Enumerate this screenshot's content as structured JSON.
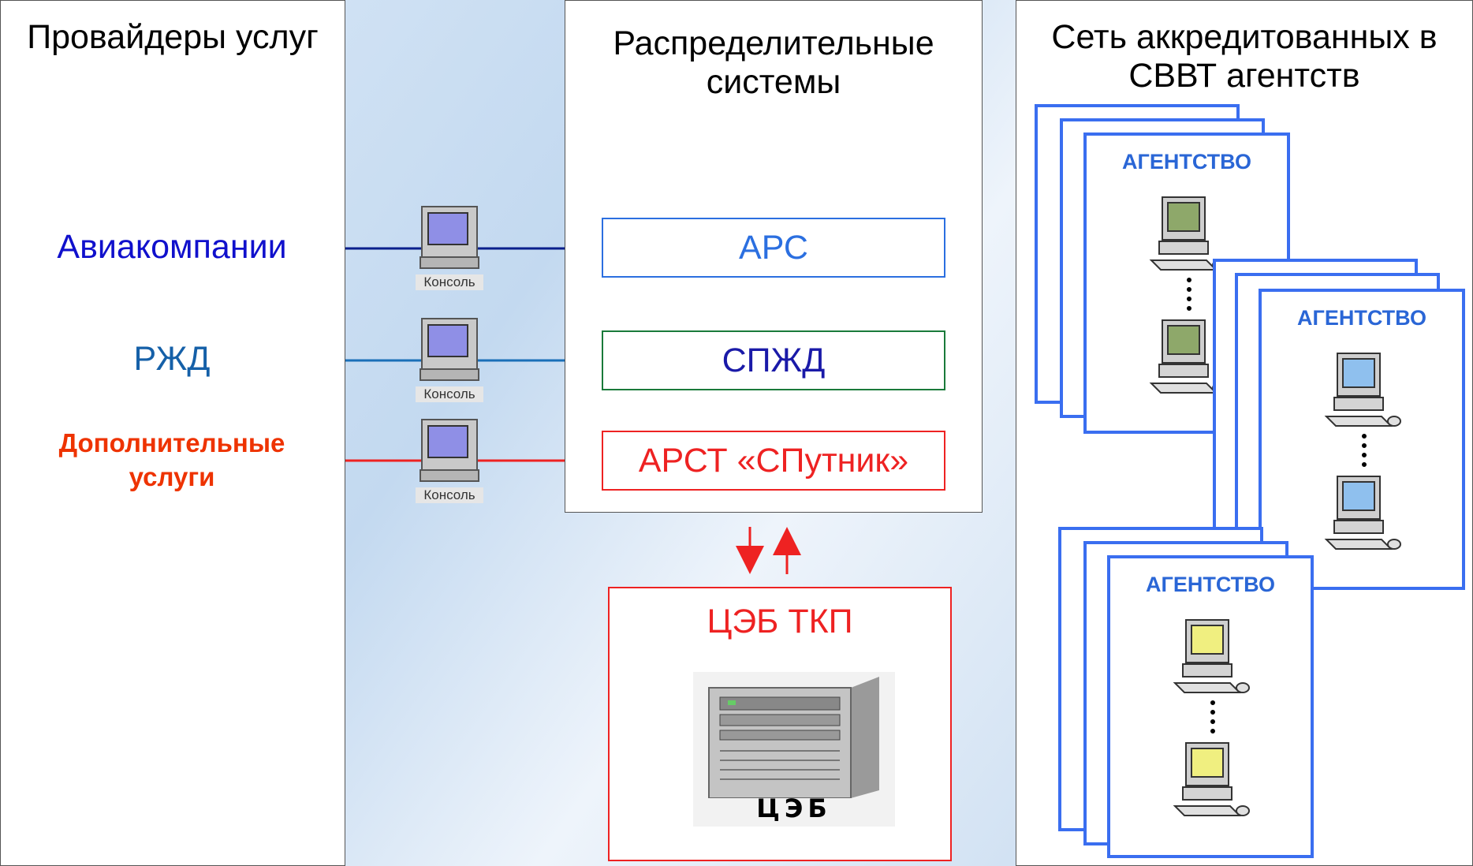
{
  "providers_panel": {
    "title": "Провайдеры услуг",
    "items": [
      {
        "label": "Авиакомпании",
        "color": "#1010cc"
      },
      {
        "label": "РЖД",
        "color": "#1560a8"
      },
      {
        "label": "Дополнительные\nуслуги",
        "color": "#ee3300"
      }
    ]
  },
  "distribution_panel": {
    "title": "Распределительные\nсистемы",
    "systems": [
      {
        "label": "АРС",
        "color": "#2b6fe0"
      },
      {
        "label": "СПЖД",
        "color": "#1a7a3a"
      },
      {
        "label": "АРСТ «СПутник»",
        "color": "#ee2222"
      }
    ]
  },
  "console_label": "Консоль",
  "teb": {
    "title": "ЦЭБ ТКП",
    "server_label": "ЦЭБ",
    "color": "#ee2222"
  },
  "agencies_panel": {
    "title": "Сеть аккредитованных в\nСВВТ агентств",
    "agency_label": "АГЕНТСТВО",
    "monitor_colors": [
      "#8ea86a",
      "#8fc0ee",
      "#f0ef80"
    ]
  },
  "colors": {
    "air_line": "#0a1f8c",
    "rail_line": "#1a6fb8",
    "extra_line": "#ee2222",
    "agency_border": "#3a6ef0"
  }
}
